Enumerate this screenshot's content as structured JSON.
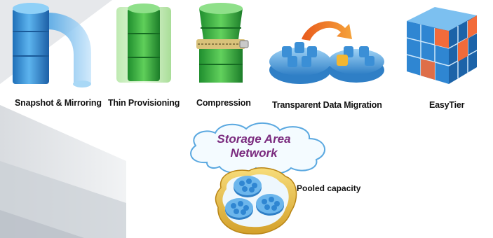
{
  "features": [
    {
      "label": "Snapshot & Mirroring",
      "icon": "snapshot-mirroring-icon"
    },
    {
      "label": "Thin Provisioning",
      "icon": "thin-provisioning-icon"
    },
    {
      "label": "Compression",
      "icon": "compression-icon"
    },
    {
      "label": "Transparent Data Migration",
      "icon": "data-migration-icon"
    },
    {
      "label": "EasyTier",
      "icon": "easytier-icon"
    }
  ],
  "san": {
    "title": "Storage Area Network",
    "icon": "cloud-icon"
  },
  "pool": {
    "label": "Pooled capacity",
    "icon": "pooled-capacity-icon"
  },
  "colors": {
    "blue": "#3b8fd6",
    "green": "#4cc24a",
    "orange": "#f26b3a",
    "gold": "#e8b93a",
    "cloud_text": "#7a2a7e"
  }
}
